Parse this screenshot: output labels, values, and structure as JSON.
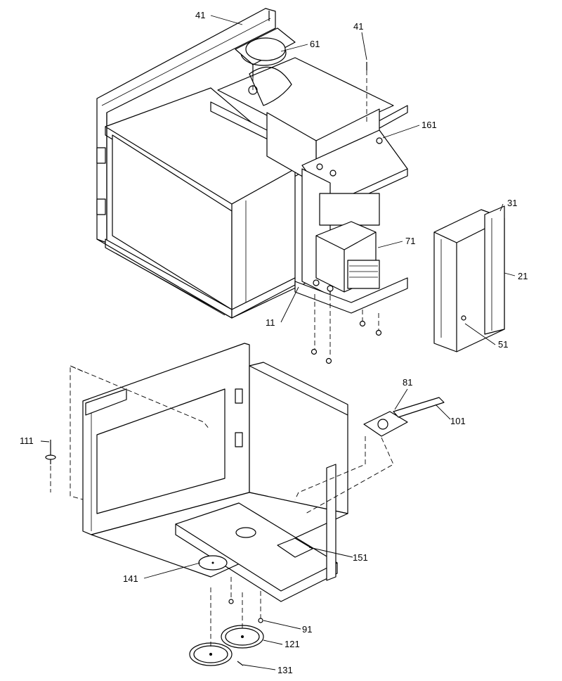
{
  "diagram": {
    "callouts": [
      {
        "id": "c41a",
        "text": "41"
      },
      {
        "id": "c41b",
        "text": "41"
      },
      {
        "id": "c61",
        "text": "61"
      },
      {
        "id": "c161",
        "text": "161"
      },
      {
        "id": "c31",
        "text": "31"
      },
      {
        "id": "c71",
        "text": "71"
      },
      {
        "id": "c21",
        "text": "21"
      },
      {
        "id": "c11",
        "text": "11"
      },
      {
        "id": "c51",
        "text": "51"
      },
      {
        "id": "c81",
        "text": "81"
      },
      {
        "id": "c101",
        "text": "101"
      },
      {
        "id": "c111",
        "text": "111"
      },
      {
        "id": "c151",
        "text": "151"
      },
      {
        "id": "c141",
        "text": "141"
      },
      {
        "id": "c91",
        "text": "91"
      },
      {
        "id": "c121",
        "text": "121"
      },
      {
        "id": "c131",
        "text": "131"
      }
    ]
  }
}
